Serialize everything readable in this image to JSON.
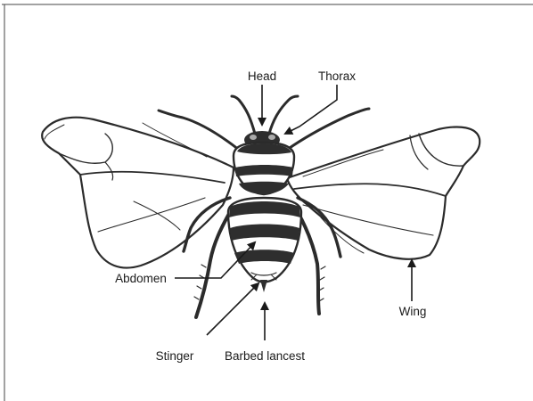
{
  "figure": {
    "labels": {
      "head": "Head",
      "thorax": "Thorax",
      "abdomen": "Abdomen",
      "wing": "Wing",
      "stinger": "Stinger",
      "barbed_lancest": "Barbed lancest"
    }
  }
}
